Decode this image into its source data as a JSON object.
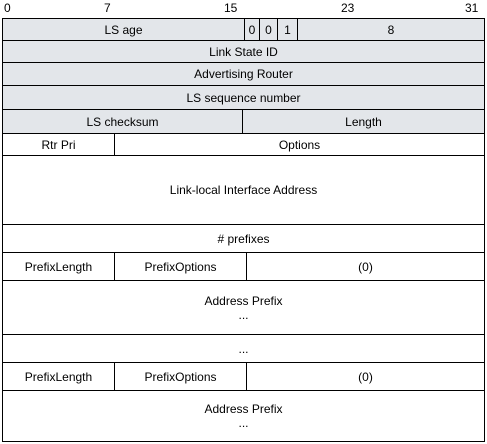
{
  "ruler": [
    "0",
    "7",
    "15",
    "23",
    "31"
  ],
  "header": {
    "ls_age": "LS age",
    "bit_a": "0",
    "bit_b": "0",
    "bit_c": "1",
    "ls_type": "8",
    "link_state_id": "Link State ID",
    "advertising_router": "Advertising Router",
    "ls_sequence_number": "LS sequence number",
    "ls_checksum": "LS checksum",
    "length": "Length"
  },
  "body": {
    "rtr_pri": "Rtr Pri",
    "options": "Options",
    "link_local_address": "Link-local Interface Address",
    "num_prefixes": "# prefixes",
    "prefixes": [
      {
        "prefix_length": "PrefixLength",
        "prefix_options": "PrefixOptions",
        "reserved": "(0)",
        "address_prefix": "Address Prefix",
        "continuation": "..."
      },
      {
        "prefix_length": "PrefixLength",
        "prefix_options": "PrefixOptions",
        "reserved": "(0)",
        "address_prefix": "Address Prefix",
        "continuation": "..."
      }
    ],
    "ellipsis_row": "..."
  }
}
